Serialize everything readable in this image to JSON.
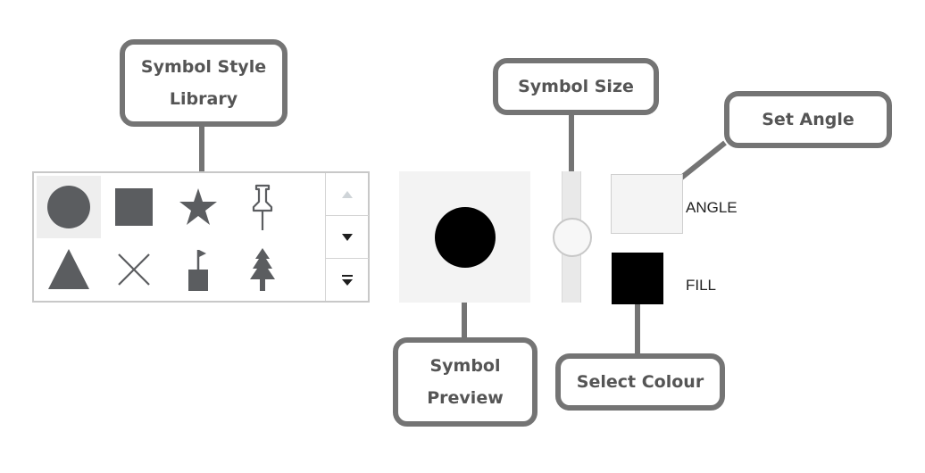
{
  "callouts": {
    "style_library": "Symbol Style Library",
    "size": "Symbol Size",
    "angle": "Set Angle",
    "preview": "Symbol Preview",
    "colour": "Select Colour"
  },
  "controls": {
    "angle_label": "ANGLE",
    "fill_label": "FILL",
    "fill_color": "#000000",
    "preview_symbol": "circle",
    "preview_color": "#000000",
    "symbol_color": "#5b5d60"
  },
  "gallery": {
    "selected_index": 0,
    "symbols": [
      {
        "name": "circle-symbol"
      },
      {
        "name": "square-symbol"
      },
      {
        "name": "star-symbol"
      },
      {
        "name": "pushpin-symbol"
      },
      {
        "name": "triangle-symbol"
      },
      {
        "name": "cross-symbol"
      },
      {
        "name": "flag-symbol"
      },
      {
        "name": "tree-symbol"
      }
    ],
    "scroll_buttons": [
      "scroll-up",
      "scroll-down",
      "expand-gallery"
    ]
  }
}
